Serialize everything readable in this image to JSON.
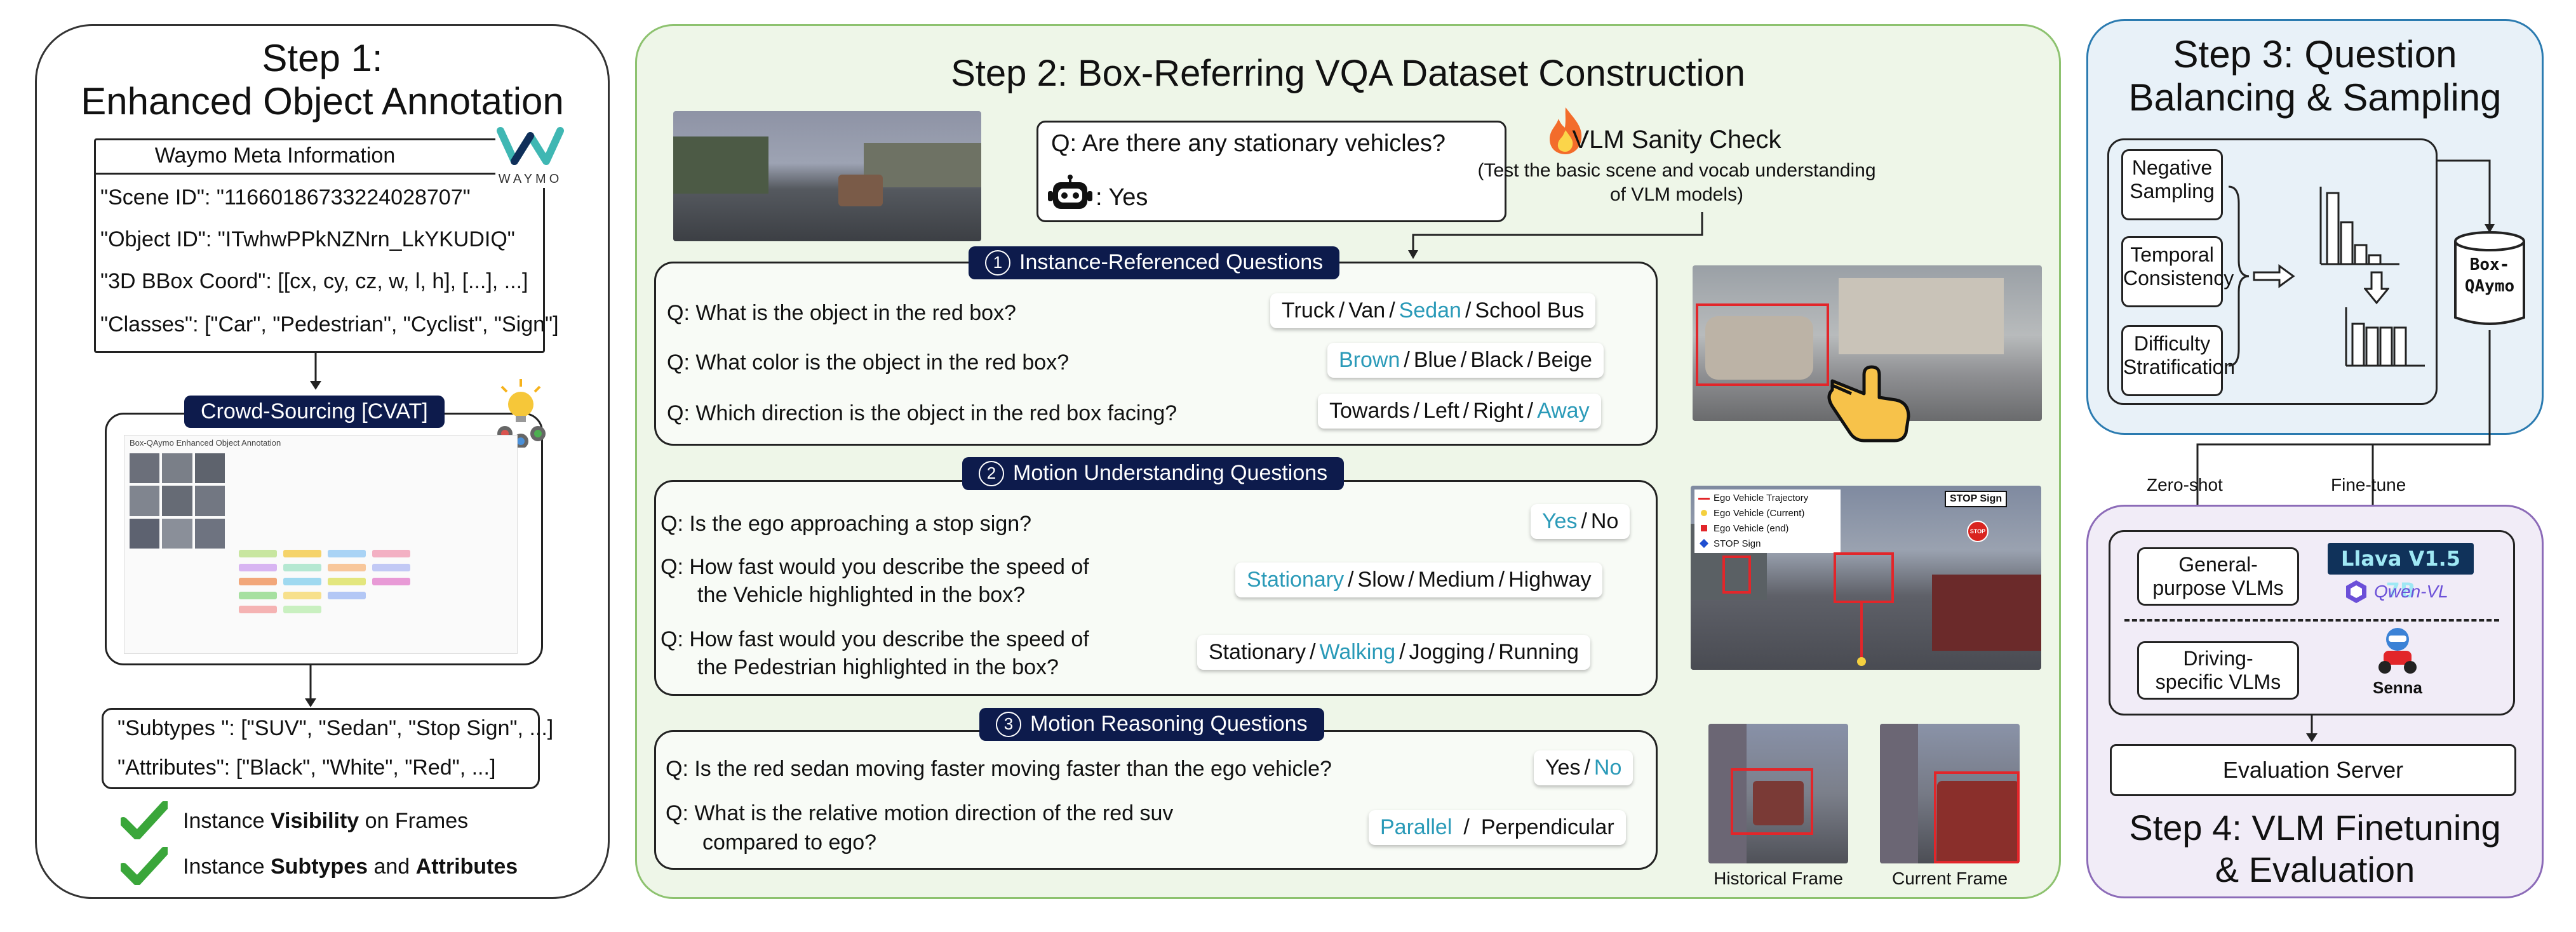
{
  "step1": {
    "title_line1": "Step 1:",
    "title_line2": "Enhanced Object Annotation",
    "meta_header": "Waymo Meta Information",
    "waymo_logo": "WAYMO",
    "meta_rows": [
      "\"Scene ID\": \"11660186733224028707\"",
      "\"Object ID\": \"ITwhwPPkNZNrn_LkYKUDIQ\"",
      "\"3D BBox Coord\": [[cx, cy, cz, w, l, h], [...], ...]",
      "\"Classes\": [\"Car\", \"Pedestrian\", \"Cyclist\", \"Sign\"]"
    ],
    "crowd_label": "Crowd-Sourcing [CVAT]",
    "ui_title": "Box-QAymo Enhanced Object Annotation",
    "out_rows": [
      "\"Subtypes \": [\"SUV\", \"Sedan\", \"Stop Sign\", ...]",
      "\"Attributes\": [\"Black\", \"White\", \"Red\", ...]"
    ],
    "checks": [
      {
        "pre": "Instance ",
        "bold": "Visibility",
        "post": " on Frames",
        "bold2": "",
        "post2": ""
      },
      {
        "pre": "Instance ",
        "bold": "Subtypes",
        "post": " and ",
        "bold2": "Attributes",
        "post2": ""
      }
    ]
  },
  "step2": {
    "title": "Step 2: Box-Referring VQA Dataset Construction",
    "sanity_q": "Q: Are there any stationary vehicles?",
    "sanity_a": ": Yes",
    "sanity_title": "VLM Sanity Check",
    "sanity_sub1": "(Test the basic scene and vocab understanding",
    "sanity_sub2": "of VLM models)",
    "sections": [
      {
        "num": "1",
        "label": "Instance-Referenced Questions"
      },
      {
        "num": "2",
        "label": "Motion Understanding Questions"
      },
      {
        "num": "3",
        "label": "Motion Reasoning Questions"
      }
    ],
    "q1": [
      {
        "q": "Q: What is the object in the red box?",
        "answers": [
          "Truck",
          "Van",
          "Sedan",
          "School Bus"
        ]
      },
      {
        "q": "Q: What color is the object in the red box?",
        "answers": [
          "Brown",
          "Blue",
          "Black",
          "Beige"
        ]
      },
      {
        "q": "Q: Which direction is the object in the red box facing?",
        "answers": [
          "Towards",
          "Left",
          "Right",
          "Away"
        ]
      }
    ],
    "q2": [
      {
        "q": "Q: Is the ego approaching a stop sign?",
        "q2": "",
        "answers": [
          "Yes",
          "No"
        ]
      },
      {
        "q": "Q: How fast would you describe the speed of",
        "q2": "the Vehicle highlighted in the box?",
        "answers": [
          "Stationary",
          "Slow",
          "Medium",
          "Highway"
        ]
      },
      {
        "q": "Q: How fast would you describe the speed of",
        "q2": "the Pedestrian highlighted in the box?",
        "answers": [
          "Stationary",
          "Walking",
          "Jogging",
          "Running"
        ]
      }
    ],
    "q3": [
      {
        "q": "Q: Is the red sedan moving faster moving faster than the ego vehicle?",
        "q2": "",
        "answers": [
          "Yes",
          "No"
        ]
      },
      {
        "q": "Q: What is the relative motion direction of the red suv",
        "q2": "compared to ego?",
        "answers": [
          "Parallel",
          "Perpendicular"
        ]
      }
    ],
    "legend": [
      "Ego Vehicle Trajectory",
      "Ego Vehicle (Current)",
      "Ego Vehicle (end)",
      "STOP Sign"
    ],
    "stop_sign_label": "STOP Sign",
    "stop_text": "STOP",
    "hist_label": "Historical Frame",
    "curr_label": "Current Frame"
  },
  "step3": {
    "title_line1": "Step 3: Question",
    "title_line2": "Balancing & Sampling",
    "items": [
      "Negative Sampling",
      "Temporal Consistency",
      "Difficulty Stratification"
    ],
    "db_line1": "Box-",
    "db_line2": "QAymo"
  },
  "step4": {
    "zero_shot": "Zero-shot",
    "fine_tune": "Fine-tune",
    "general": [
      "General-",
      "purpose VLMs"
    ],
    "driving": [
      "Driving-",
      "specific VLMs"
    ],
    "llava": "Llava V1.5 7B",
    "qwen": "Qwen-VL",
    "senna": "Senna",
    "eval": "Evaluation Server",
    "title_line1": "Step 4: VLM Finetuning",
    "title_line2": "& Evaluation"
  },
  "colors": {
    "step1_border": "#333333",
    "step2_border": "#8dc26f",
    "step2_bg": "#eef6e8",
    "step3_border": "#2b7bb0",
    "step3_bg": "#e8f1f8",
    "step4_border": "#8c6bb8",
    "step4_bg": "#f1ecf7",
    "pill": "#0d1b4c",
    "highlight": "#2a9ab8",
    "check": "#3aa63a"
  }
}
